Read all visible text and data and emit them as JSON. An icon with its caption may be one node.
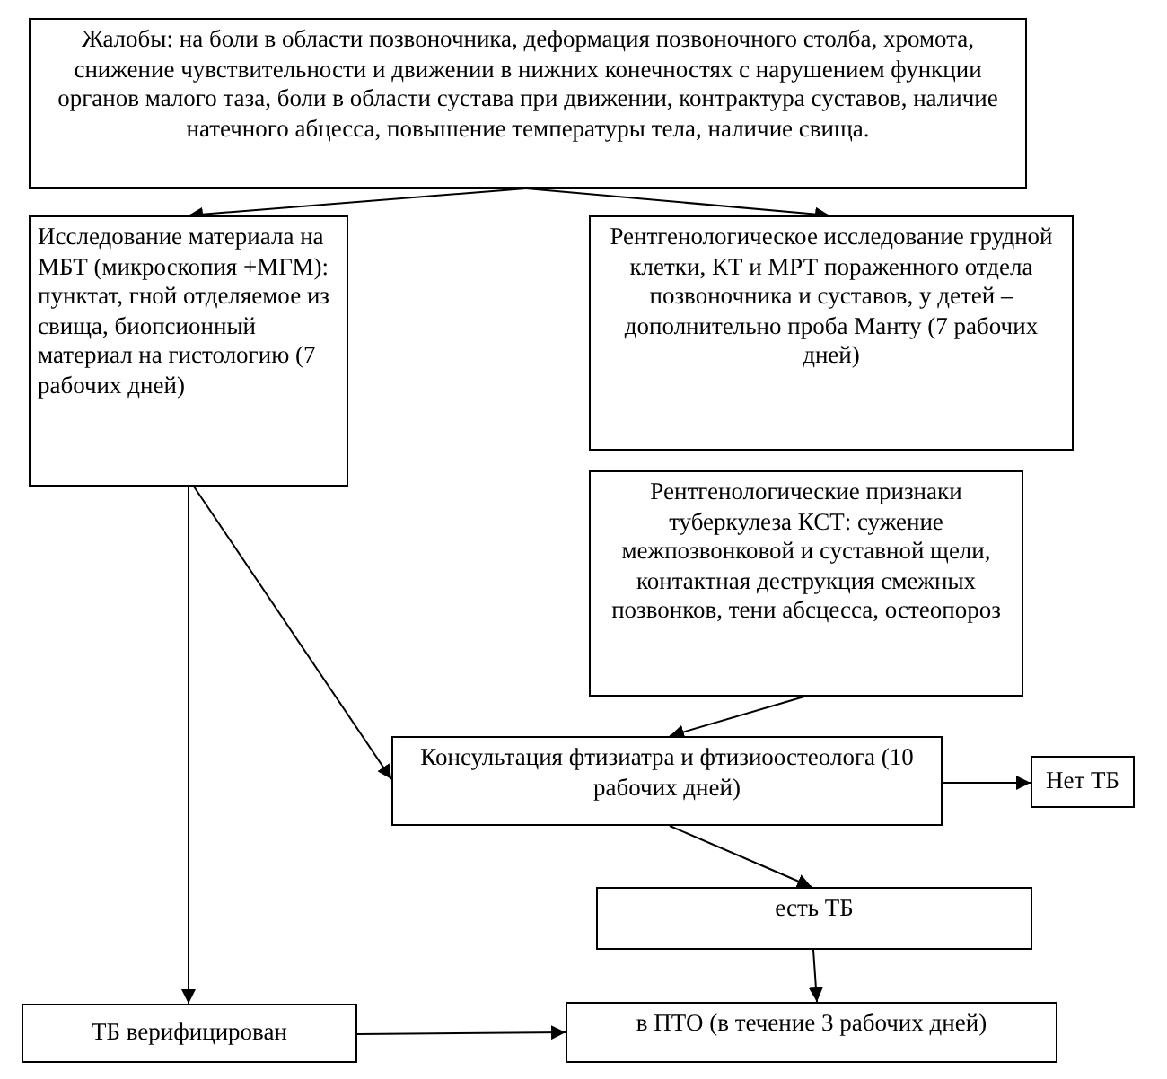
{
  "diagram": {
    "nodes": [
      {
        "text": [
          "Жалобы: на боли в области позвоночника, деформация позвоночного столба, хромота, снижение чувствительности и движении в нижних конечностях с нарушением функции органов малого таза, боли в области сустава при движении, контрактура суставов, наличие натечного абцесса, повышение температуры тела, наличие свища."
        ]
      },
      {
        "text": [
          "Исследование материала на МБТ (микроскопия +МГМ): пунктат, гной отделяемое из свища, биопсионный материал на гистологию (7 рабочих дней)"
        ]
      },
      {
        "text": [
          "Рентгенологическое исследование грудной клетки, КТ и МРТ пораженного отдела позвоночника и суставов, у детей – дополнительно проба Манту (7 рабочих дней)"
        ]
      },
      {
        "text": [
          "Рентгенологические признаки туберкулеза КСТ: сужение межпозвонковой и суставной щели,  контактная деструкция смежных позвонков, тени абсцесса, остеопороз"
        ]
      },
      {
        "text": [
          "Консультация фтизиатра и фтизиоостеолога (10 рабочих дней)"
        ]
      },
      {
        "text": [
          "Нет ТБ"
        ]
      },
      {
        "text": [
          "есть ТБ"
        ]
      },
      {
        "text": [
          "ТБ верифицирован"
        ]
      },
      {
        "text": [
          "в  ПТО (в течение 3 рабочих дней)"
        ]
      }
    ],
    "edges": [
      {
        "from": 0,
        "to": 1,
        "arrow": "to"
      },
      {
        "from": 0,
        "to": 2,
        "arrow": "to"
      },
      {
        "from": 1,
        "to": 4,
        "arrow": "to"
      },
      {
        "from": 1,
        "to": 7,
        "arrow": "to"
      },
      {
        "from": 3,
        "to": 4,
        "arrow": "to"
      },
      {
        "from": 4,
        "to": 5,
        "arrow": "to"
      },
      {
        "from": 4,
        "to": 6,
        "arrow": "to"
      },
      {
        "from": 6,
        "to": 8,
        "arrow": "to"
      },
      {
        "from": 7,
        "to": 8,
        "arrow": "to"
      }
    ]
  }
}
